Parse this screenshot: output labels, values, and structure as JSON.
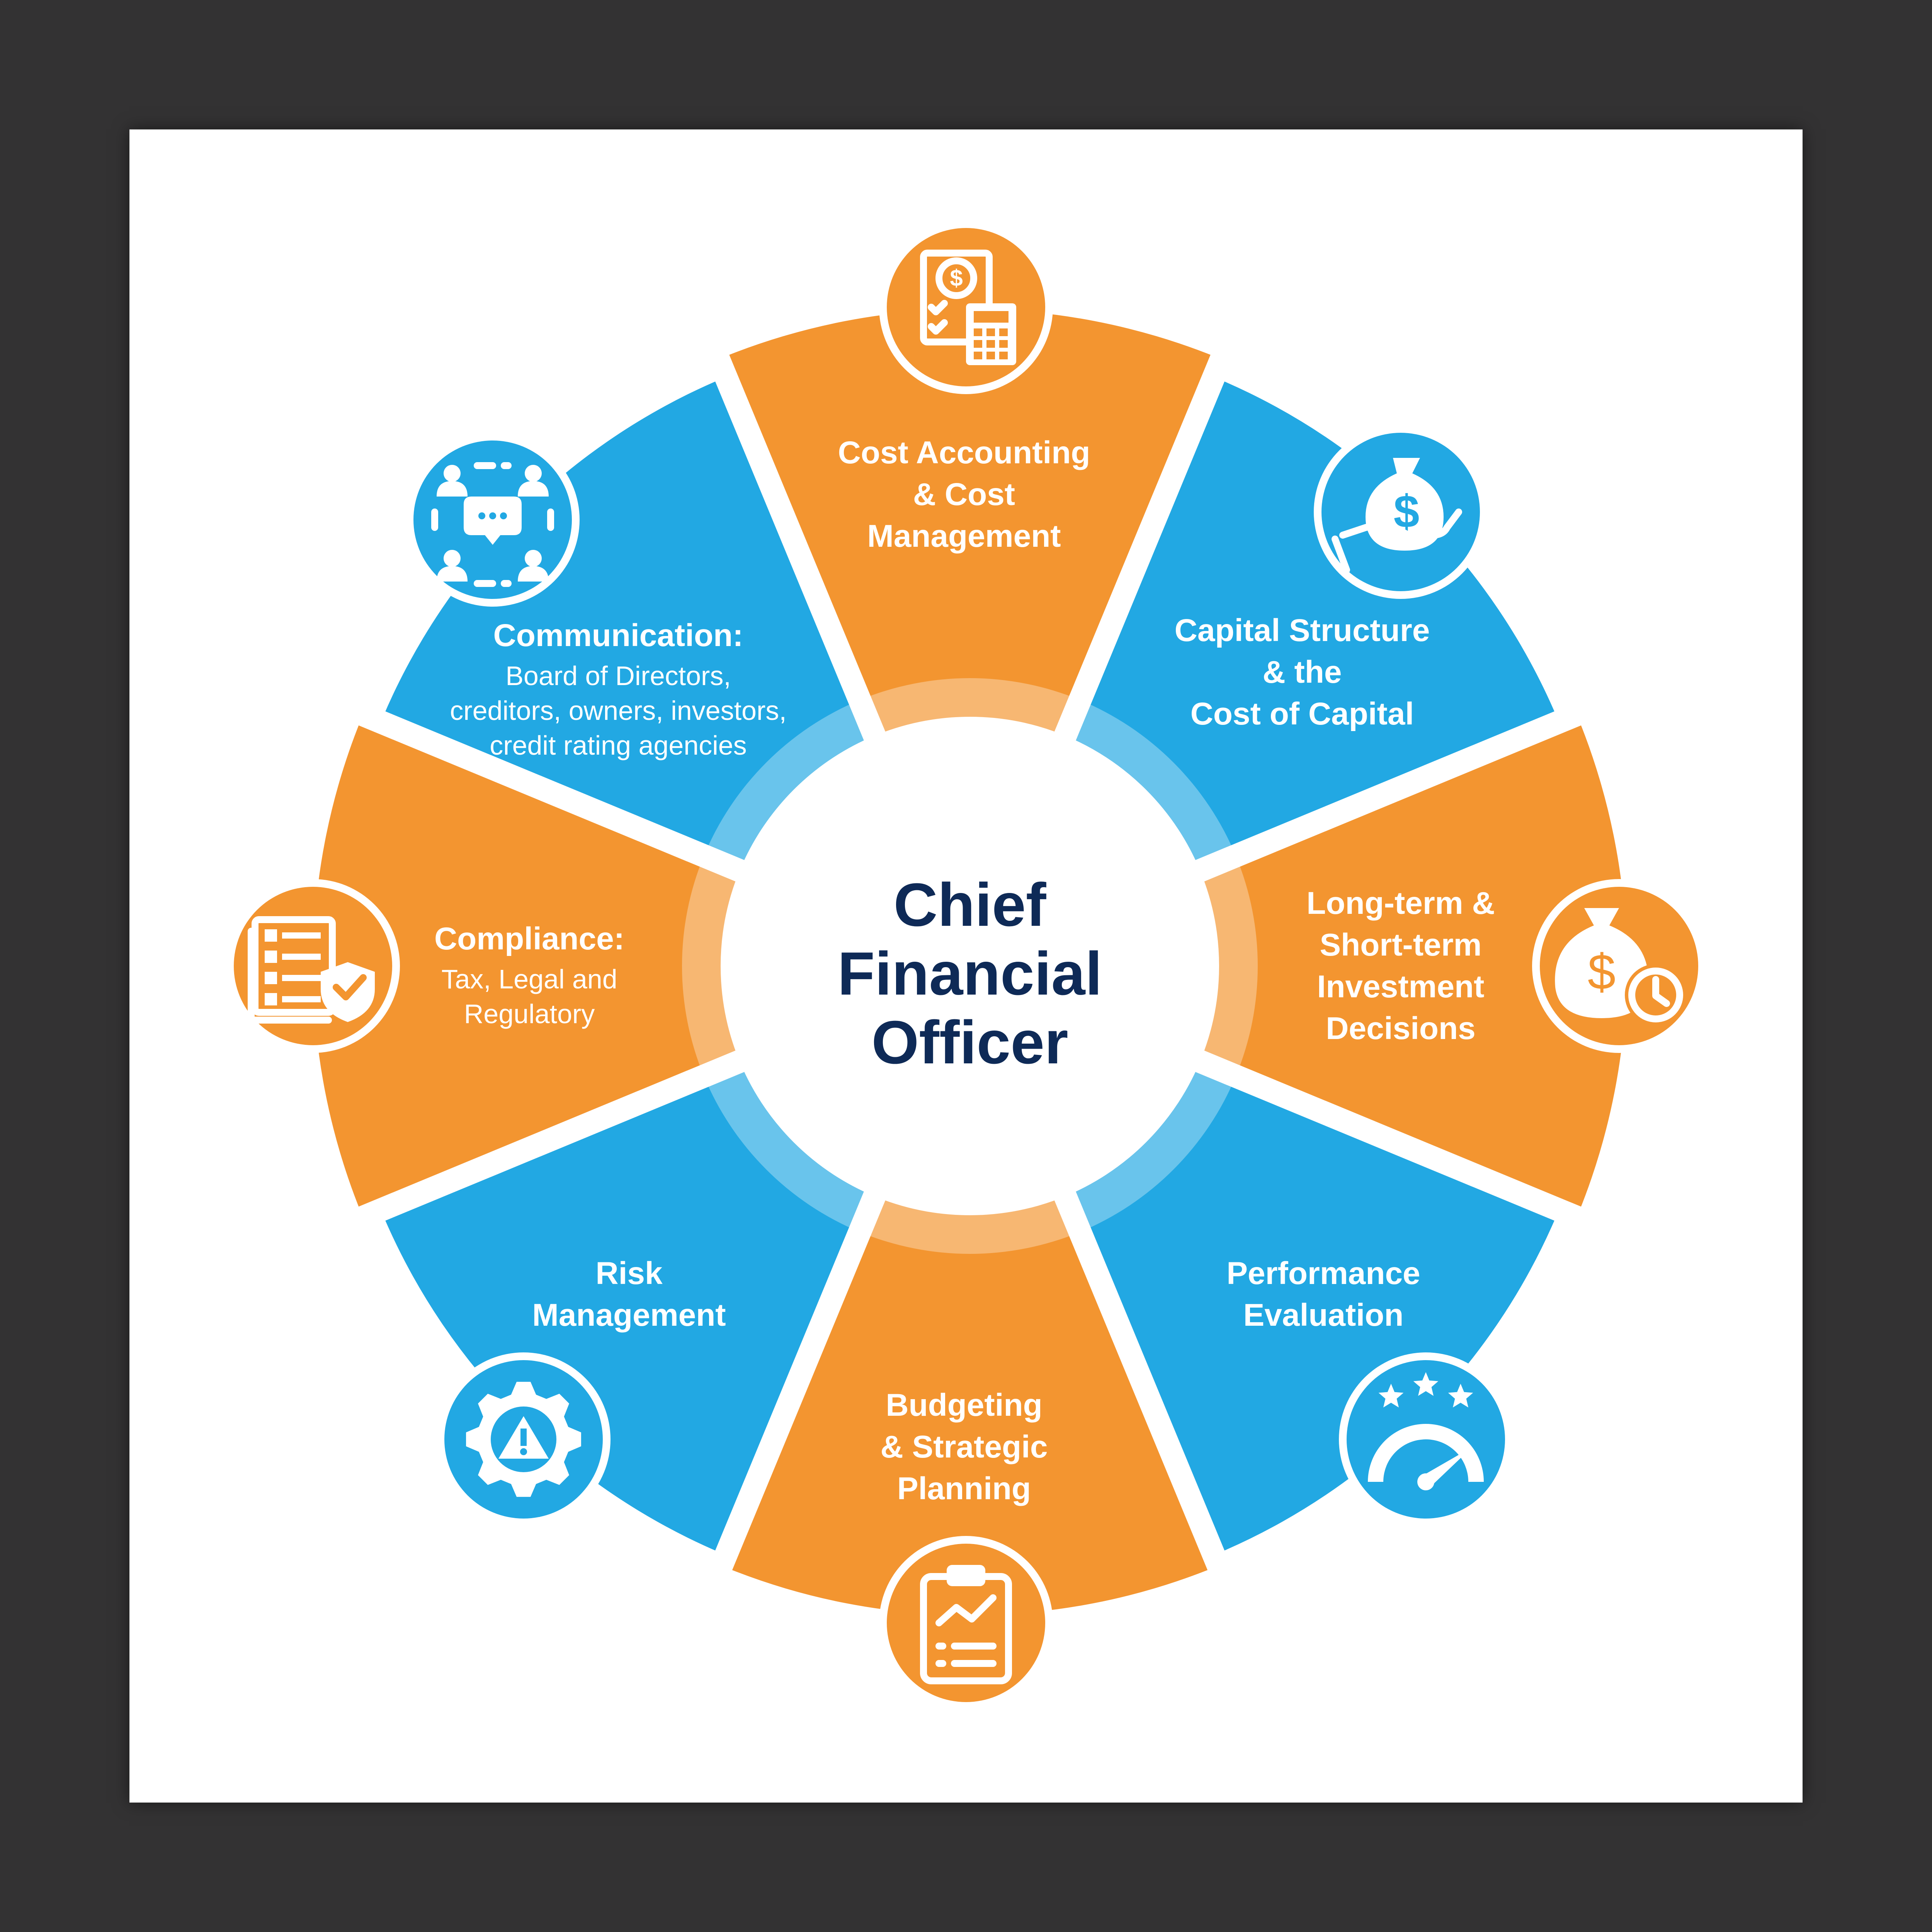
{
  "colors": {
    "background": "#333233",
    "card": "#ffffff",
    "orange": "#f39530",
    "blue": "#22a8e3",
    "center_text": "#0e2a57"
  },
  "center": {
    "line1": "Chief",
    "line2": "Financial",
    "line3": "Officer"
  },
  "segments": [
    {
      "id": "cost-accounting",
      "color": "orange",
      "icon": "invoice-calculator-icon",
      "lines": [
        "Cost Accounting",
        "& Cost",
        "Management"
      ],
      "subtitle": []
    },
    {
      "id": "capital-structure",
      "color": "blue",
      "icon": "money-bag-hand-icon",
      "lines": [
        "Capital Structure",
        "& the",
        "Cost of Capital"
      ],
      "subtitle": []
    },
    {
      "id": "investment-decisions",
      "color": "orange",
      "icon": "money-bag-clock-icon",
      "lines": [
        "Long-term &",
        "Short-term",
        "Investment",
        "Decisions"
      ],
      "subtitle": []
    },
    {
      "id": "performance-evaluation",
      "color": "blue",
      "icon": "gauge-stars-icon",
      "lines": [
        "Performance",
        "Evaluation"
      ],
      "subtitle": []
    },
    {
      "id": "budgeting",
      "color": "orange",
      "icon": "clipboard-chart-icon",
      "lines": [
        "Budgeting",
        "& Strategic",
        "Planning"
      ],
      "subtitle": []
    },
    {
      "id": "risk-management",
      "color": "blue",
      "icon": "gear-warning-icon",
      "lines": [
        "Risk",
        "Management"
      ],
      "subtitle": []
    },
    {
      "id": "compliance",
      "color": "orange",
      "icon": "checklist-shield-icon",
      "lines": [
        "Compliance:"
      ],
      "subtitle": [
        "Tax, Legal and",
        "Regulatory"
      ]
    },
    {
      "id": "communication",
      "color": "blue",
      "icon": "people-chat-icon",
      "lines": [
        "Communication:"
      ],
      "subtitle": [
        "Board of Directors,",
        "creditors, owners, investors,",
        "credit rating agencies"
      ]
    }
  ]
}
